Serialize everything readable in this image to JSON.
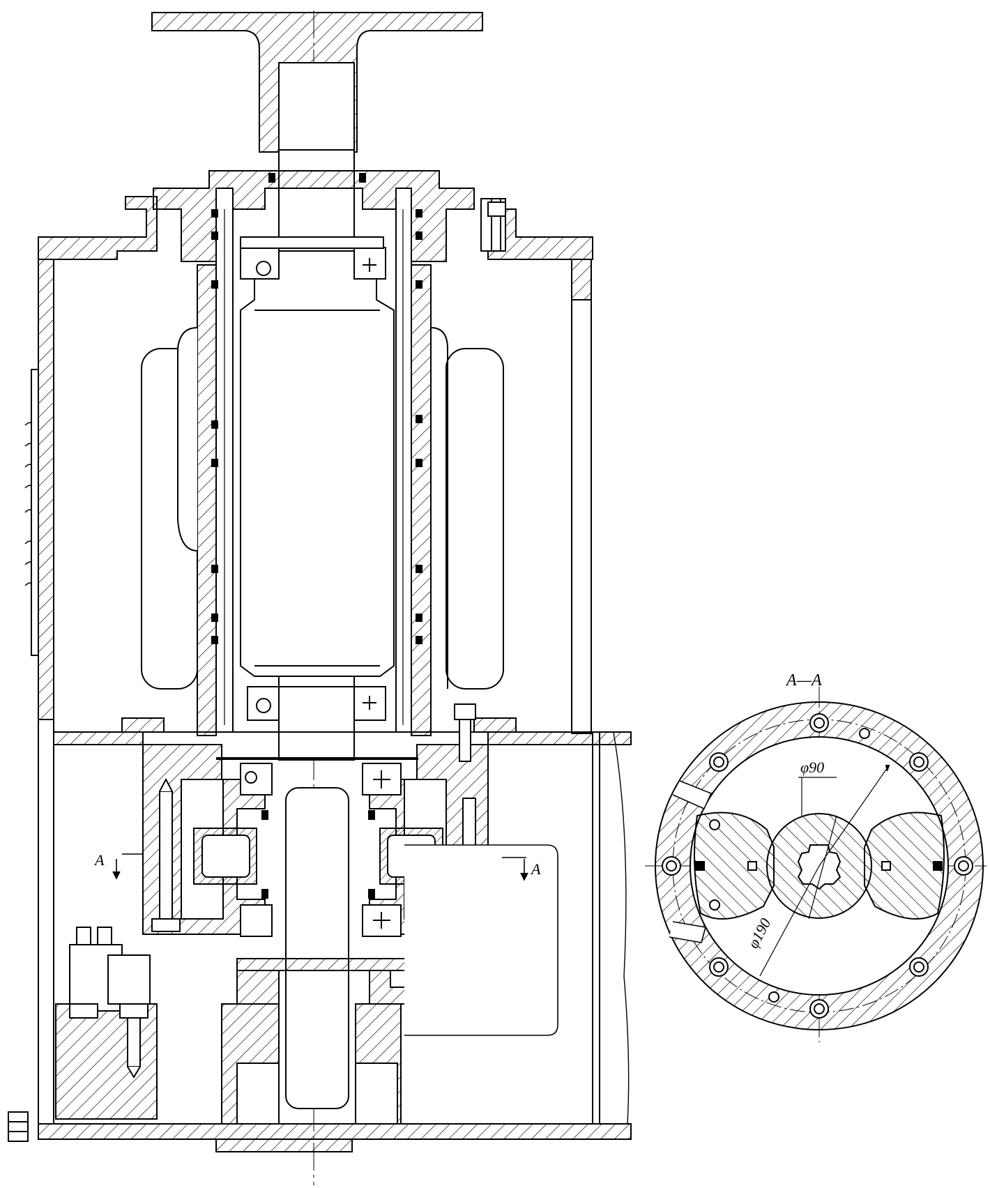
{
  "section_marks": {
    "left": "A",
    "right": "A"
  },
  "section_view": {
    "title": "A—A",
    "dim_small": "φ90",
    "dim_large": "φ190"
  },
  "colors": {
    "line": "#000000",
    "background": "#ffffff",
    "hatch": "#000000"
  }
}
